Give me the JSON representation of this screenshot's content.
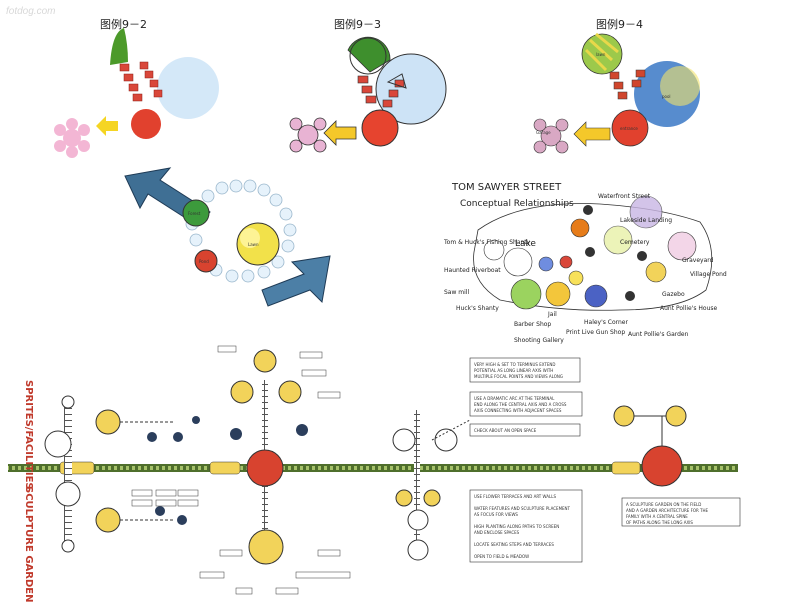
{
  "watermark": "fotdog.com",
  "captions": {
    "fig_9_2": "图例9－2",
    "fig_9_3": "图例9－3",
    "fig_9_4": "图例9－4"
  },
  "fig94_labels": {
    "garage": "Garage",
    "entrance": "entrance",
    "pool": "pool",
    "lawn": "lawn"
  },
  "bubble_center": {
    "label": "Lawn",
    "green": "Forest",
    "red": "Pond"
  },
  "concept": {
    "title": "TOM SAWYER STREET",
    "subtitle": "Conceptual Relationships",
    "labels": [
      "Waterfront Street",
      "Lake",
      "Lakeside Landing",
      "Tom & Huck's Fishing Shanty",
      "Haunted Riverboat",
      "Saw mill",
      "Huck's Shanty",
      "Barber Shop",
      "Jail",
      "Haley's Corner",
      "Shooting Gallery",
      "Print Live Gun Shop",
      "Aunt Pollie's House",
      "Aunt Pollie's Garden",
      "Gazebo",
      "Cemetery",
      "Graveyard",
      "Village Pond"
    ]
  },
  "vertical_labels": {
    "upper": "SPRITES/FACILITIES",
    "lower": "SCULPTURE GARDEN"
  },
  "notes": [
    "VERY HIGH & SET TO TERMINUS EXTEND",
    "POTENTIAL AS LONG LINEAR AXIS WITH",
    "MULTIPLE FOCAL POINTS AND VIEWS ALONG",
    "USE A DRAMATIC ARC AT THE TERMINAL",
    "END ALONG THE CENTRAL AXIS AND A CROSS",
    "AXIS CONNECTING WITH ADJACENT SPACES",
    "CHECK ABOUT AN OPEN SPACE",
    "USE FLOWER TERRACES AND ART WALLS",
    "WATER FEATURES AND SCULPTURE PLACEMENT",
    "AS FOCUS FOR VIEWS",
    "HIGH PLANTING ALONG PATHS TO SCREEN",
    "AND ENCLOSE SPACES",
    "LOCATE SEATING STEPS AND TERRACES",
    "OPEN TO FIELD & MEADOW",
    "A SCULPTURE GARDEN ON THE FIELD",
    "AND A GARDEN ARCHITECTURE FOR THE",
    "FAMILY WITH A CENTRAL SPINE",
    "OF PATHS ALONG THE LONG AXIS"
  ]
}
